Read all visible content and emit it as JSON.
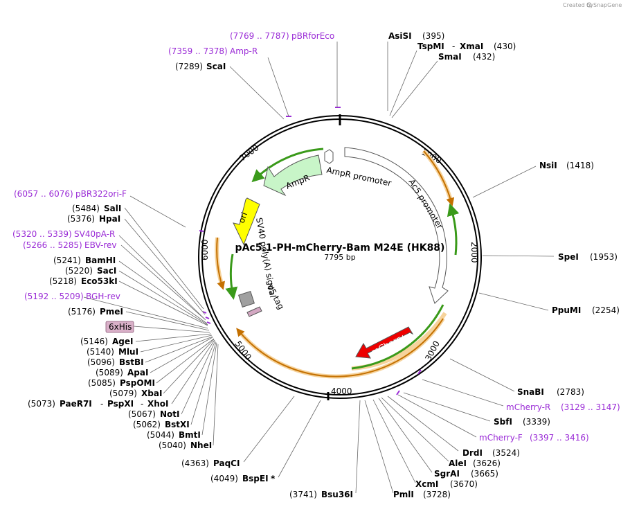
{
  "header": {
    "credit": "Created by",
    "brand": "SnapGene"
  },
  "plasmid": {
    "name": "pAc5.1-PH-mCherry-Bam M24E (HK88)",
    "size": "7795 bp"
  },
  "ticks": [
    "1000",
    "2000",
    "3000",
    "4000",
    "5000",
    "6000",
    "7000"
  ],
  "features": {
    "ampr_promoter": "AmpR promoter",
    "ampr": "AmpR",
    "ac5_promoter": "Ac5 promoter",
    "ori": "ori",
    "sv40": "SV40 poly(A) signal",
    "v5": "V5 tag",
    "mcherry": "mCherry",
    "his": "6xHis"
  },
  "top_labels": {
    "pbrforeco": {
      "pos": "(7769 .. 7787)",
      "name": "pBRforEco"
    },
    "ampr_primer": {
      "pos": "(7359 .. 7378)",
      "name": "Amp-R"
    },
    "scai": {
      "pos": "(7289)",
      "name": "ScaI"
    },
    "asisi": {
      "name": "AsiSI",
      "pos": "(395)"
    },
    "tspmi": {
      "name": "TspMI",
      "dash": "-",
      "name2": "XmaI",
      "pos": "(430)"
    },
    "smai": {
      "name": "SmaI",
      "pos": "(432)"
    }
  },
  "right_labels": {
    "nsii": {
      "name": "NsiI",
      "pos": "(1418)"
    },
    "spei": {
      "name": "SpeI",
      "pos": "(1953)"
    },
    "ppumi": {
      "name": "PpuMI",
      "pos": "(2254)"
    },
    "snabi": {
      "name": "SnaBI",
      "pos": "(2783)"
    },
    "mcherry_r": {
      "name": "mCherry-R",
      "pos": "(3129 .. 3147)"
    },
    "sbfi": {
      "name": "SbfI",
      "pos": "(3339)"
    },
    "mcherry_f": {
      "name": "mCherry-F",
      "pos": "(3397 .. 3416)"
    },
    "drdi": {
      "name": "DrdI",
      "pos": "(3524)"
    },
    "alei": {
      "name": "AleI",
      "pos": "(3626)"
    },
    "sgrai": {
      "name": "SgrAI",
      "pos": "(3665)"
    },
    "xcmi": {
      "name": "XcmI",
      "pos": "(3670)"
    },
    "pmli": {
      "name": "PmlI",
      "pos": "(3728)"
    }
  },
  "bottom_labels": {
    "bsu36i": {
      "pos": "(3741)",
      "name": "Bsu36I"
    },
    "bspei": {
      "pos": "(4049)",
      "name": "BspEI",
      "mark": "*"
    },
    "paqci": {
      "pos": "(4363)",
      "name": "PaqCI"
    }
  },
  "left_labels": {
    "pbr322ori": {
      "pos": "(6057 .. 6076)",
      "name": "pBR322ori-F"
    },
    "sali": {
      "pos": "(5484)",
      "name": "SalI"
    },
    "hpai": {
      "pos": "(5376)",
      "name": "HpaI"
    },
    "sv40pa_r": {
      "pos": "(5320 .. 5339)",
      "name": "SV40pA-R"
    },
    "ebv_rev": {
      "pos": "(5266 .. 5285)",
      "name": "EBV-rev"
    },
    "bamhi": {
      "pos": "(5241)",
      "name": "BamHI"
    },
    "saci": {
      "pos": "(5220)",
      "name": "SacI"
    },
    "eco53ki": {
      "pos": "(5218)",
      "name": "Eco53kI"
    },
    "bgh_rev": {
      "pos": "(5192 .. 5209)",
      "name": "BGH-rev"
    },
    "pmei": {
      "pos": "(5176)",
      "name": "PmeI"
    },
    "his_box": {
      "name": "6xHis"
    },
    "agei": {
      "pos": "(5146)",
      "name": "AgeI"
    },
    "mlui": {
      "pos": "(5140)",
      "name": "MluI"
    },
    "bstbi": {
      "pos": "(5096)",
      "name": "BstBI"
    },
    "apai": {
      "pos": "(5089)",
      "name": "ApaI"
    },
    "pspomi": {
      "pos": "(5085)",
      "name": "PspOMI"
    },
    "xbai": {
      "pos": "(5079)",
      "name": "XbaI"
    },
    "paer7i": {
      "pos": "(5073)",
      "name": "PaeR7I",
      "dash1": "-",
      "name2": "PspXI",
      "dash2": "-",
      "name3": "XhoI"
    },
    "noti": {
      "pos": "(5067)",
      "name": "NotI"
    },
    "bstxi": {
      "pos": "(5062)",
      "name": "BstXI"
    },
    "bmti": {
      "pos": "(5044)",
      "name": "BmtI"
    },
    "nhei": {
      "pos": "(5040)",
      "name": "NheI"
    }
  },
  "colors": {
    "primer": "#9a2bd6",
    "ampr": "#c8f5c8",
    "ori": "#ffff00",
    "mcherry": "#ee0000",
    "sv40": "#999999",
    "orf_green": "#3a9a1a",
    "orf_orange": "#e48a10"
  }
}
